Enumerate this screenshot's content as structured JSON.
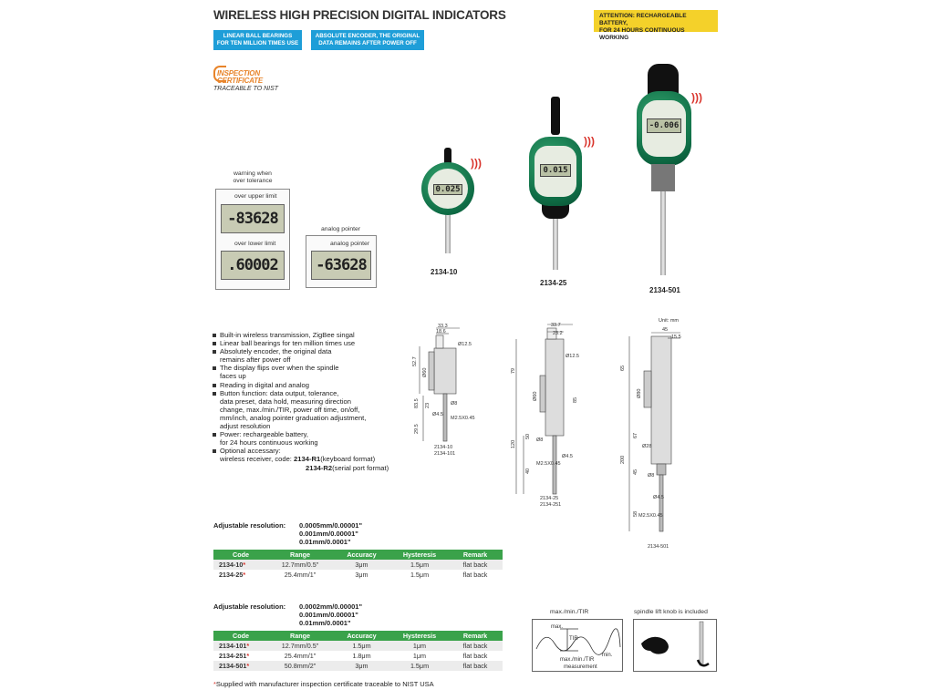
{
  "header": {
    "title": "WIRELESS HIGH PRECISION DIGITAL INDICATORS",
    "attention_line1": "ATTENTION: RECHARGEABLE BATTERY,",
    "attention_line2": "FOR 24 HOURS CONTINUOUS WORKING",
    "badge1_line1": "LINEAR BALL BEARINGS",
    "badge1_line2": "FOR TEN MILLION TIMES USE",
    "badge2_line1": "ABSOLUTE ENCODER, THE ORIGINAL",
    "badge2_line2": "DATA REMAINS AFTER POWER OFF"
  },
  "inspection": {
    "line1": "INSPECTION",
    "line2": "CERTIFICATE",
    "line3": "TRACEABLE TO NIST"
  },
  "displays": {
    "warning_line1": "warning when",
    "warning_line2": "over tolerance",
    "upper_label": "over upper limit",
    "upper_value": "-83628",
    "lower_label": "over lower limit",
    "lower_value": ".60002",
    "analog_outer_label": "analog pointer",
    "analog_inner_label": "analog pointer",
    "analog_value": "-63628"
  },
  "products": {
    "p1": {
      "model": "2134-10",
      "reading": "0.025"
    },
    "p2": {
      "model": "2134-25",
      "reading": "0.015"
    },
    "p3": {
      "model": "2134-501",
      "reading": "-0.006"
    }
  },
  "features": [
    "Built-in wireless transmission, ZigBee singal",
    "Linear ball bearings for ten million times use",
    "Absolutely encoder, the original data",
    "remains after power off",
    "The display flips over when the spindle",
    "faces up",
    "Reading in digital and analog",
    "Button function: data output, tolerance,",
    "data preset, data  hold, measuring direction",
    "change, max./min./TIR, power off time, on/off,",
    "mm/inch, analog pointer graduation adjustment,",
    "adjust resolution",
    "Power: rechargeable battery,",
    "for 24 hours continuous working",
    "Optional accessary:",
    "wireless receiver, code: ",
    "2134-R1",
    "(keyboard format)",
    "2134-R2",
    "(serial port format)"
  ],
  "drawings": {
    "d1_dim_top1": "33.3",
    "d1_dim_top2": "18.6",
    "d1_dim_dia": "Ø12.5",
    "d1_dim_h1": "52.7",
    "d1_dim_h2": "Ø60",
    "d1_dim_h3": "23",
    "d1_dim_h4": "83.5",
    "d1_dim_h5": "29.5",
    "d1_dim_s1": "Ø8",
    "d1_dim_s2": "Ø4.5",
    "d1_dim_s3": "M2.5X0.45",
    "d1_cap1": "2134-10",
    "d1_cap2": "2134-101",
    "d2_dim_top1": "33.7",
    "d2_dim_top2": "23.2",
    "d2_dim_dia": "Ø12.5",
    "d2_dim_h1": "79",
    "d2_dim_h2": "Ø60",
    "d2_dim_h3": "120",
    "d2_dim_h4": "50",
    "d2_dim_h5": "40",
    "d2_dim_h6": "85",
    "d2_dim_s1": "Ø8",
    "d2_dim_s2": "Ø4.5",
    "d2_dim_s3": "M2.5X0.45",
    "d2_cap1": "2134-25",
    "d2_cap2": "2134-251",
    "d3_unit": "Unit: mm",
    "d3_dim_top1": "45",
    "d3_dim_top2": "15.5",
    "d3_dim_h1": "65",
    "d3_dim_h2": "Ø80",
    "d3_dim_h3": "67",
    "d3_dim_h4": "200",
    "d3_dim_h5": "45",
    "d3_dim_h6": "58",
    "d3_dim_s1": "Ø28",
    "d3_dim_s2": "Ø8",
    "d3_dim_s3": "Ø4.5",
    "d3_dim_s4": "M2.5X0.45",
    "d3_cap": "2134-501"
  },
  "table1": {
    "res_label": "Adjustable resolution:",
    "res1": "0.0005mm/0.00001\"",
    "res2": "0.001mm/0.00001\"",
    "res3": "0.01mm/0.0001\"",
    "headers": [
      "Code",
      "Range",
      "Accuracy",
      "Hysteresis",
      "Remark"
    ],
    "rows": [
      [
        "2134-10",
        "12.7mm/0.5\"",
        "3μm",
        "1.5μm",
        "flat back"
      ],
      [
        "2134-25",
        "25.4mm/1\"",
        "3μm",
        "1.5μm",
        "flat back"
      ]
    ]
  },
  "table2": {
    "res_label": "Adjustable resolution:",
    "res1": "0.0002mm/0.00001\"",
    "res2": "0.001mm/0.00001\"",
    "res3": "0.01mm/0.0001\"",
    "headers": [
      "Code",
      "Range",
      "Accuracy",
      "Hysteresis",
      "Remark"
    ],
    "rows": [
      [
        "2134-101",
        "12.7mm/0.5\"",
        "1.5μm",
        "1μm",
        "flat back"
      ],
      [
        "2134-251",
        "25.4mm/1\"",
        "1.8μm",
        "1μm",
        "flat back"
      ],
      [
        "2134-501",
        "50.8mm/2\"",
        "3μm",
        "1.5μm",
        "flat back"
      ]
    ]
  },
  "tir_box": {
    "title": "max./min./TIR",
    "tir": "TIR",
    "max": "max.",
    "min": "min.",
    "caption1": "max./min./TIR",
    "caption2": "measurement"
  },
  "knob_box": {
    "title": "spindle lift knob is included"
  },
  "footnote": {
    "star": "*",
    "text": "Supplied with manufacturer inspection certificate traceable to NIST USA"
  },
  "colors": {
    "accent_green": "#3aa24a",
    "badge_blue": "#1e9ed8",
    "attention_yellow": "#f4d12a",
    "star_red": "#d9342c"
  }
}
